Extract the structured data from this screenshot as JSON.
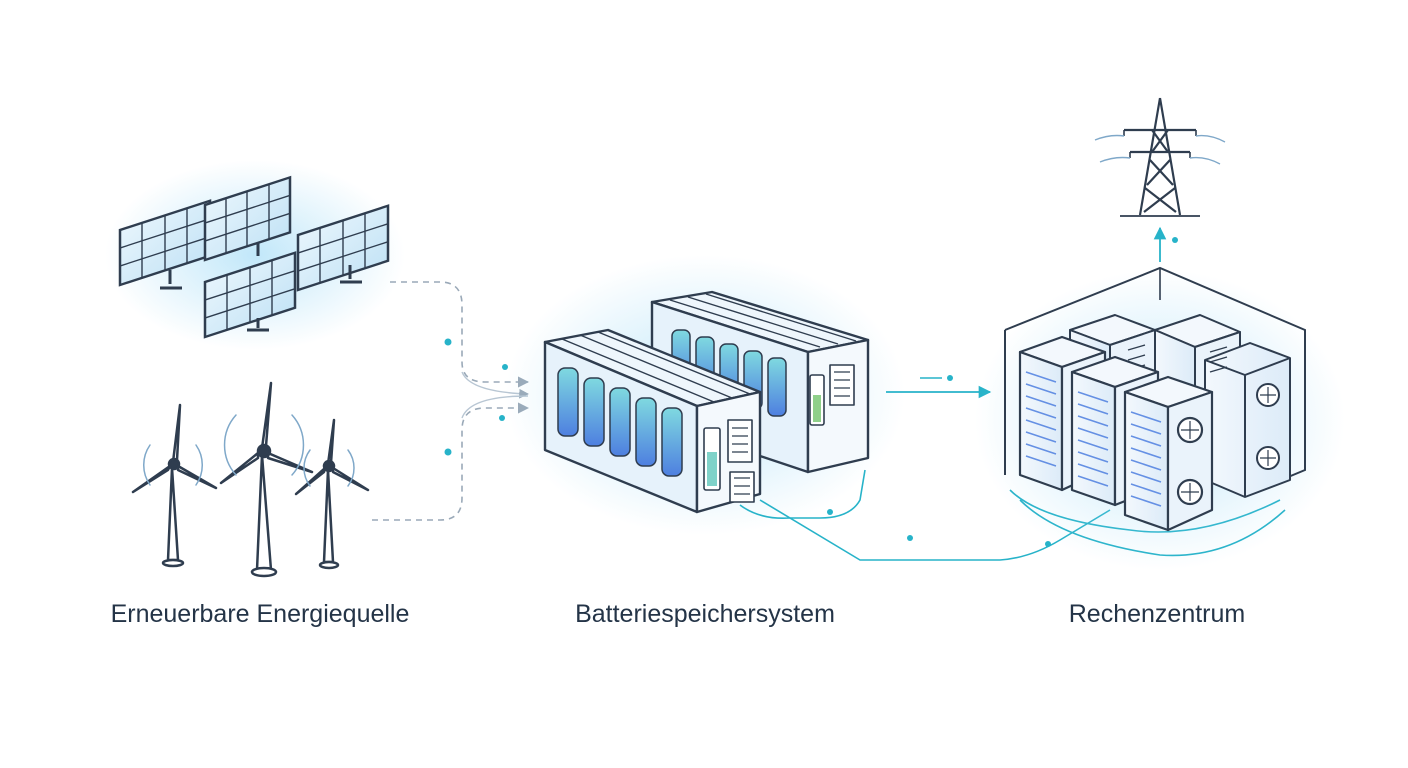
{
  "labels": {
    "source": "Erneuerbare Energiequelle",
    "battery": "Batteriespeichersystem",
    "datacenter": "Rechenzentrum"
  },
  "nodes": [
    {
      "id": "solar",
      "icon": "solar-panel-icon"
    },
    {
      "id": "wind",
      "icon": "wind-turbine-icon"
    },
    {
      "id": "battery",
      "icon": "battery-container-icon"
    },
    {
      "id": "datacenter",
      "icon": "server-rack-icon"
    },
    {
      "id": "grid",
      "icon": "power-pylon-icon"
    }
  ],
  "edges": [
    {
      "from": "solar",
      "to": "battery"
    },
    {
      "from": "wind",
      "to": "battery"
    },
    {
      "from": "battery",
      "to": "datacenter"
    },
    {
      "from": "datacenter",
      "to": "grid"
    }
  ],
  "colors": {
    "line": "#2f3d4f",
    "accent": "#27b3c9",
    "glow": "#6ec9f0",
    "cell": "#5a8fe0",
    "text": "#243447"
  }
}
